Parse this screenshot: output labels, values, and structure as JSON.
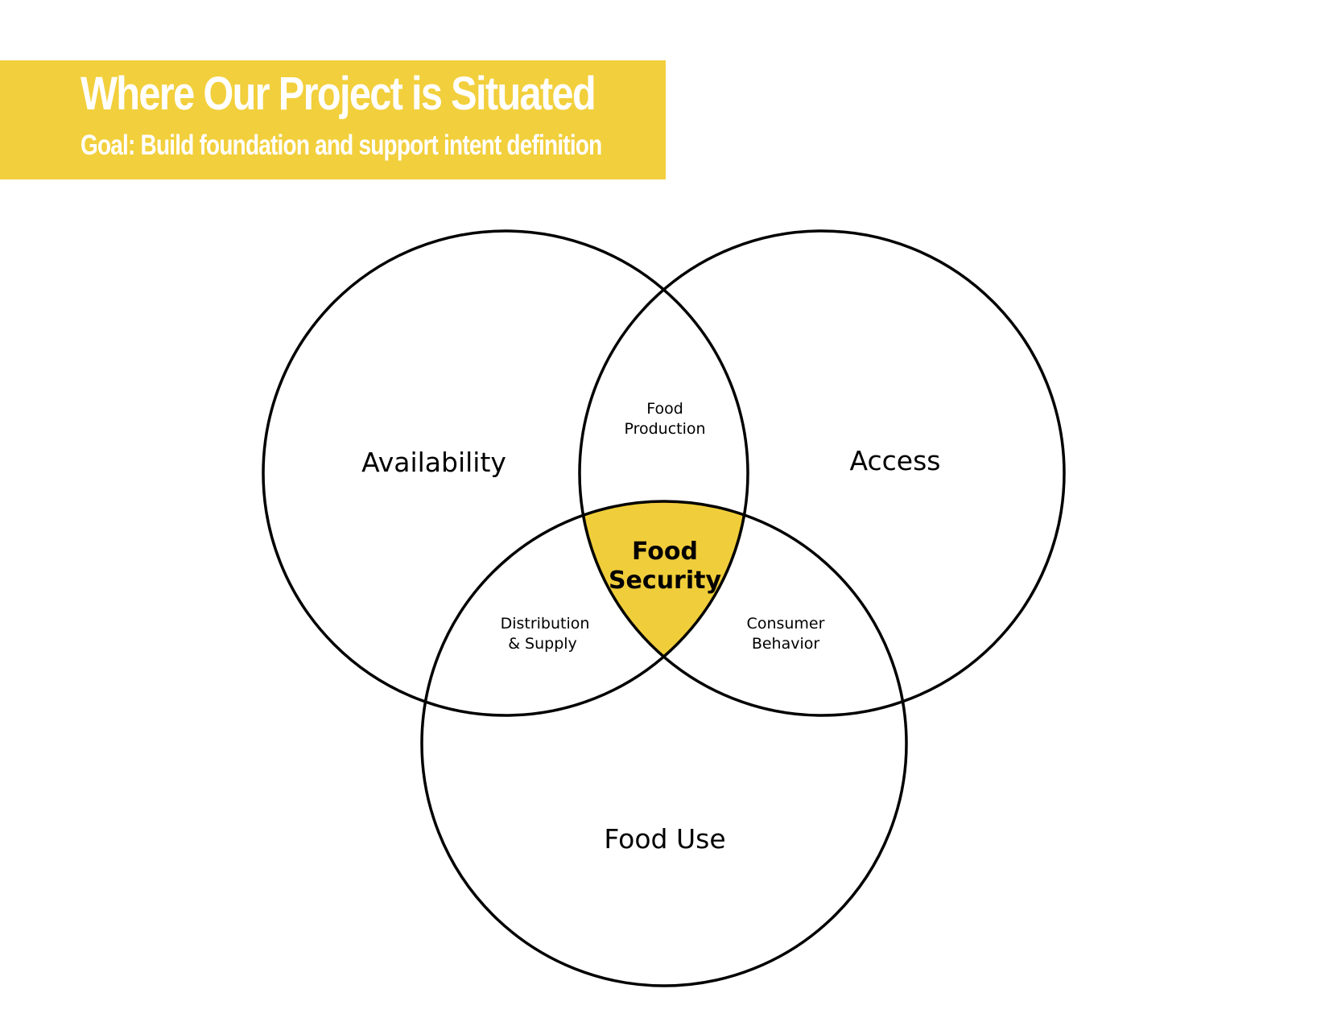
{
  "header": {
    "title": "Where Our Project is Situated",
    "subtitle": "Goal: Build foundation and support intent definition"
  },
  "diagram": {
    "circles": [
      {
        "label": "Availability"
      },
      {
        "label": "Access"
      },
      {
        "label": "Food Use"
      }
    ],
    "overlaps": {
      "availability_access": [
        "Food",
        "Production"
      ],
      "availability_food_use": [
        "Distribution",
        "& Supply"
      ],
      "access_food_use": [
        "Consumer",
        "Behavior"
      ],
      "center": [
        "Food",
        "Security"
      ]
    }
  },
  "colors": {
    "accent": "#f2cf3c",
    "center_fill": "#f0cd3a",
    "stroke": "#000000",
    "banner_text": "#ffffff"
  }
}
